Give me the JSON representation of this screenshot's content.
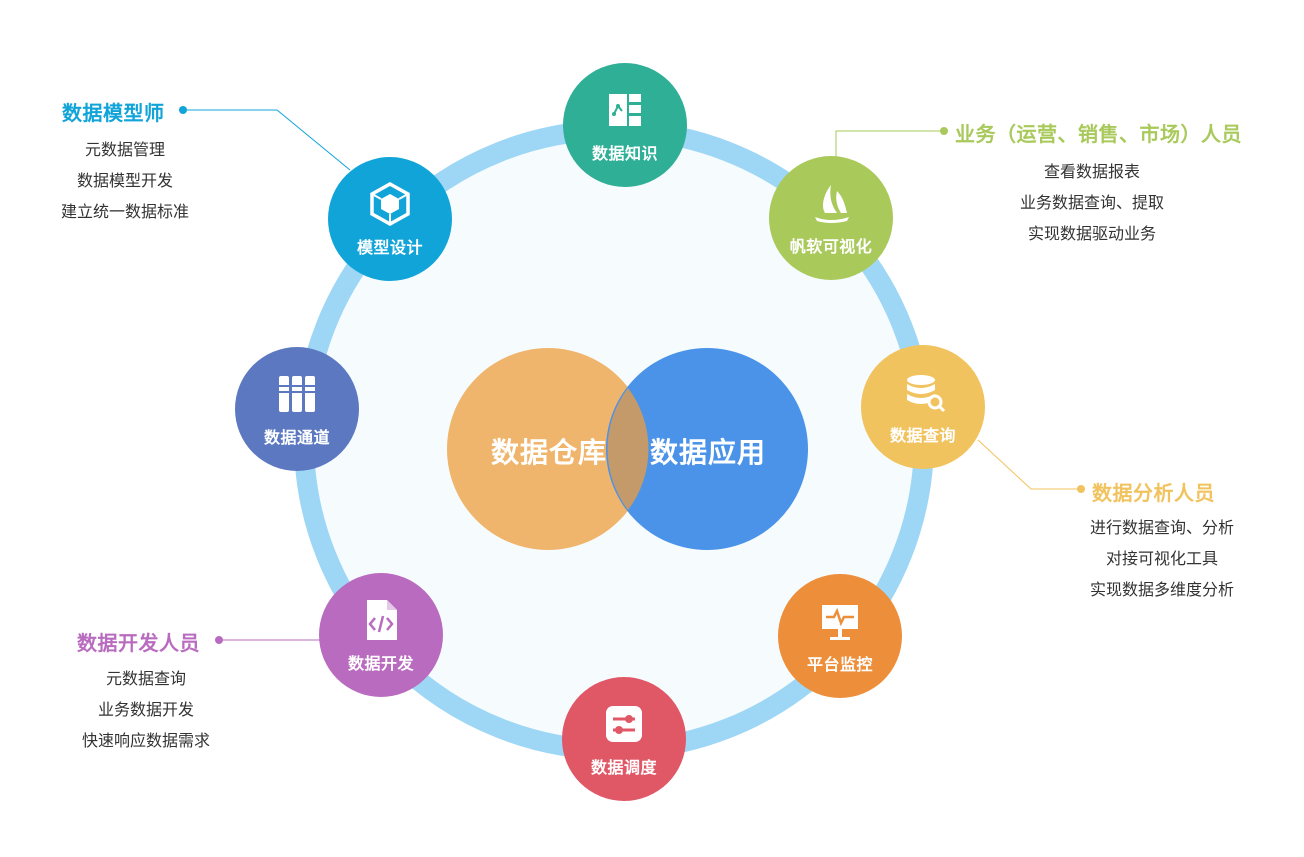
{
  "center": {
    "left_label": "数据仓库",
    "right_label": "数据应用"
  },
  "nodes": {
    "knowledge": "数据知识",
    "finereport": "帆软可视化",
    "query": "数据查询",
    "monitor": "平台监控",
    "schedule": "数据调度",
    "develop": "数据开发",
    "channel": "数据通道",
    "model": "模型设计"
  },
  "roles": {
    "modeler": {
      "title": "数据模型师",
      "items": [
        "元数据管理",
        "数据模型开发",
        "建立统一数据标准"
      ]
    },
    "business": {
      "title": "业务（运营、销售、市场）人员",
      "items": [
        "查看数据报表",
        "业务数据查询、提取",
        "实现数据驱动业务"
      ]
    },
    "analyst": {
      "title": "数据分析人员",
      "items": [
        "进行数据查询、分析",
        "对接可视化工具",
        "实现数据多维度分析"
      ]
    },
    "developer": {
      "title": "数据开发人员",
      "items": [
        "元数据查询",
        "业务数据开发",
        "快速响应数据需求"
      ]
    }
  },
  "colors": {
    "ring": "#9ed7f5",
    "ring_fill": "#f6fbfe",
    "warehouse": "#f0b56c",
    "application": "#4a93e8",
    "overlap": "#c49a6a",
    "knowledge": "#2faf96",
    "finereport": "#a9c95b",
    "query": "#f1c35e",
    "monitor": "#ec8e3a",
    "schedule": "#e05766",
    "develop": "#b96cbf",
    "channel": "#5b78c1",
    "model": "#11a4d9",
    "modeler_title": "#11a4d9",
    "business_title": "#a9c95b",
    "analyst_title": "#f1c35e",
    "developer_title": "#b96cbf"
  },
  "icons": {
    "knowledge": "book-icon",
    "finereport": "sail-icon",
    "query": "database-search-icon",
    "monitor": "monitor-pulse-icon",
    "schedule": "sliders-icon",
    "develop": "code-file-icon",
    "channel": "columns-icon",
    "model": "cube-icon"
  }
}
